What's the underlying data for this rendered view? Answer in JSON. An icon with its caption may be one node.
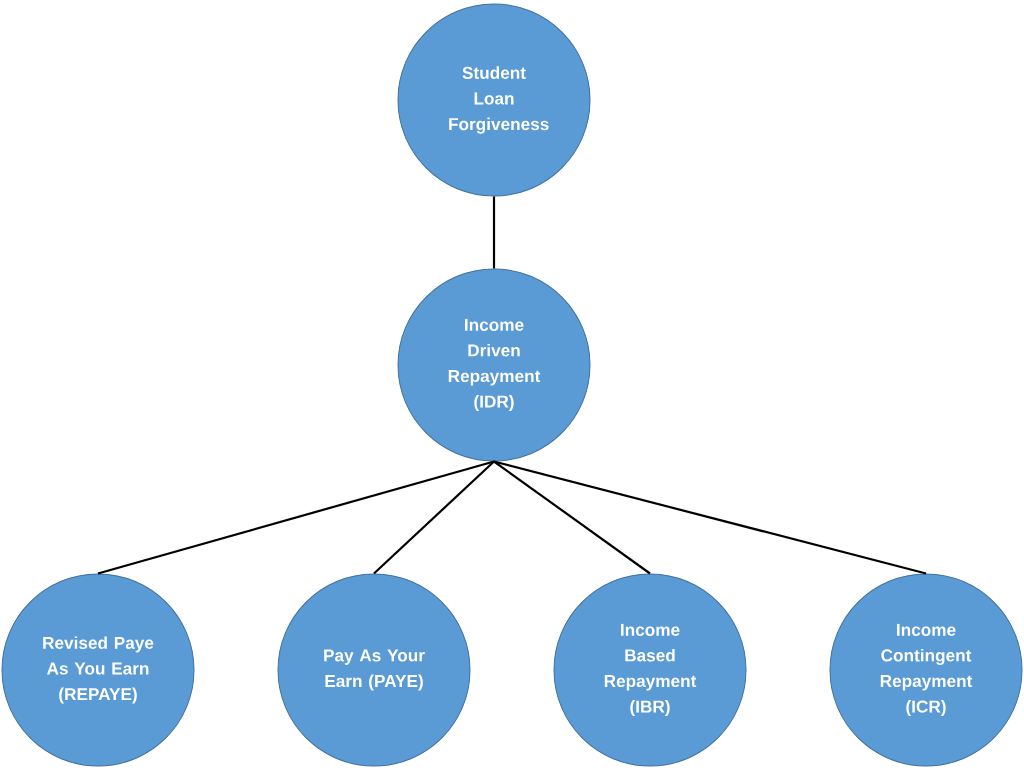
{
  "diagram": {
    "nodes": [
      {
        "text": [
          "Student Loan Forgiveness"
        ]
      },
      {
        "text": [
          "Income Driven Repayment (IDR)"
        ]
      },
      {
        "text": [
          "Revised Paye As You Earn (REPAYE)"
        ]
      },
      {
        "text": [
          "Pay As Your Earn (PAYE)"
        ]
      },
      {
        "text": [
          "Income Based Repayment (IBR)"
        ]
      },
      {
        "text": [
          "Income Contingent Repayment (ICR)"
        ]
      }
    ],
    "edges": [
      {
        "from": 0,
        "to": 1,
        "arrow": "none"
      },
      {
        "from": 1,
        "to": 2,
        "arrow": "none"
      },
      {
        "from": 1,
        "to": 3,
        "arrow": "none"
      },
      {
        "from": 1,
        "to": 4,
        "arrow": "none"
      },
      {
        "from": 1,
        "to": 5,
        "arrow": "none"
      }
    ]
  }
}
